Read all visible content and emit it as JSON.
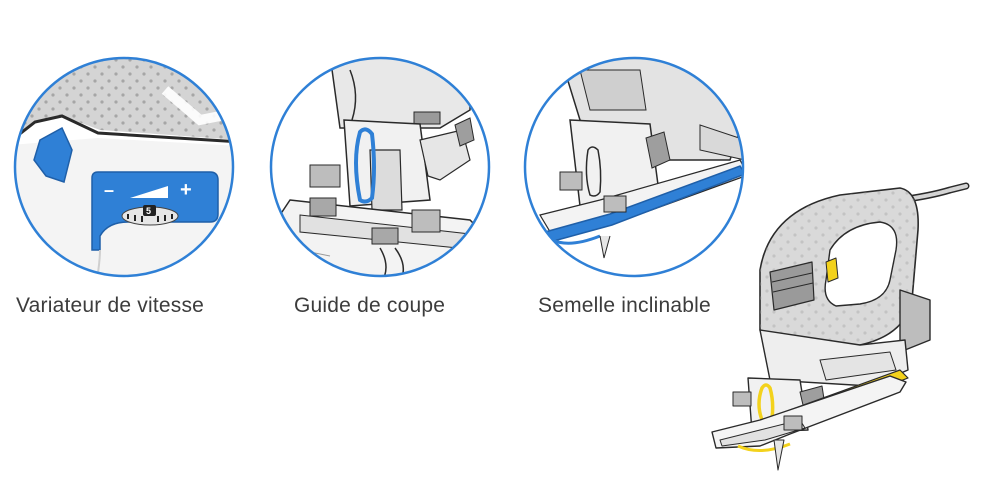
{
  "features": [
    {
      "label": "Variateur de vitesse",
      "icon": "speed-dial-icon"
    },
    {
      "label": "Guide de coupe",
      "icon": "cut-guide-icon"
    },
    {
      "label": "Semelle inclinable",
      "icon": "tilting-sole-icon"
    }
  ],
  "speed_control": {
    "minus_symbol": "–",
    "plus_symbol": "+",
    "dial_value": "5"
  },
  "colors": {
    "accent_blue": "#2f80d6",
    "highlight_yellow": "#f3d21c",
    "outline": "#2a2a2a",
    "body_grey": "#d9d9d9"
  }
}
